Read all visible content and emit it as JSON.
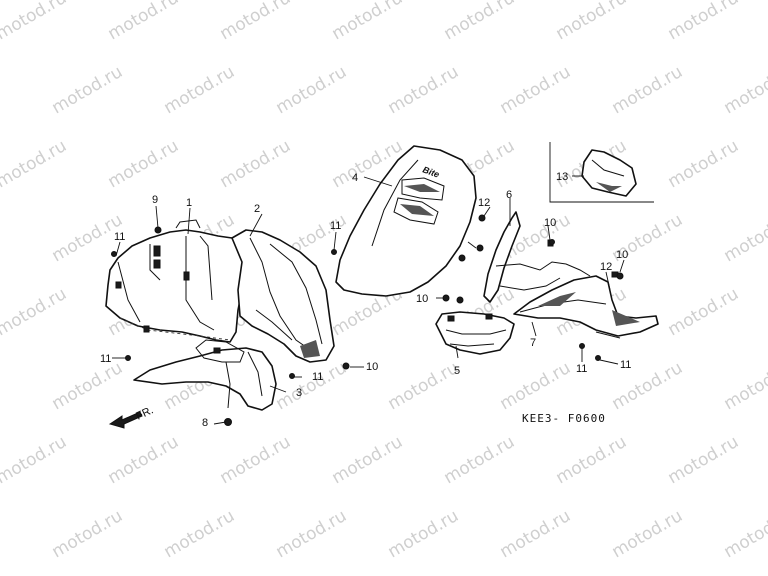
{
  "watermark": {
    "text": "motod.ru"
  },
  "diagram_code": "KEE3- F0600",
  "fr_arrow_label": "FR.",
  "decal_text": "Bite",
  "callouts": {
    "c1": "1",
    "c2": "2",
    "c3": "3",
    "c4": "4",
    "c5": "5",
    "c6": "6",
    "c7": "7",
    "c8": "8",
    "c9": "9",
    "c10a": "10",
    "c10b": "10",
    "c10c": "10",
    "c10d": "10",
    "c11a": "11",
    "c11b": "11",
    "c11c": "11",
    "c11d": "11",
    "c11e": "11",
    "c11f": "11",
    "c12a": "12",
    "c12b": "12",
    "c13": "13"
  },
  "colors": {
    "line": "#111111",
    "watermark": "#cfcfcf",
    "background": "#ffffff"
  }
}
